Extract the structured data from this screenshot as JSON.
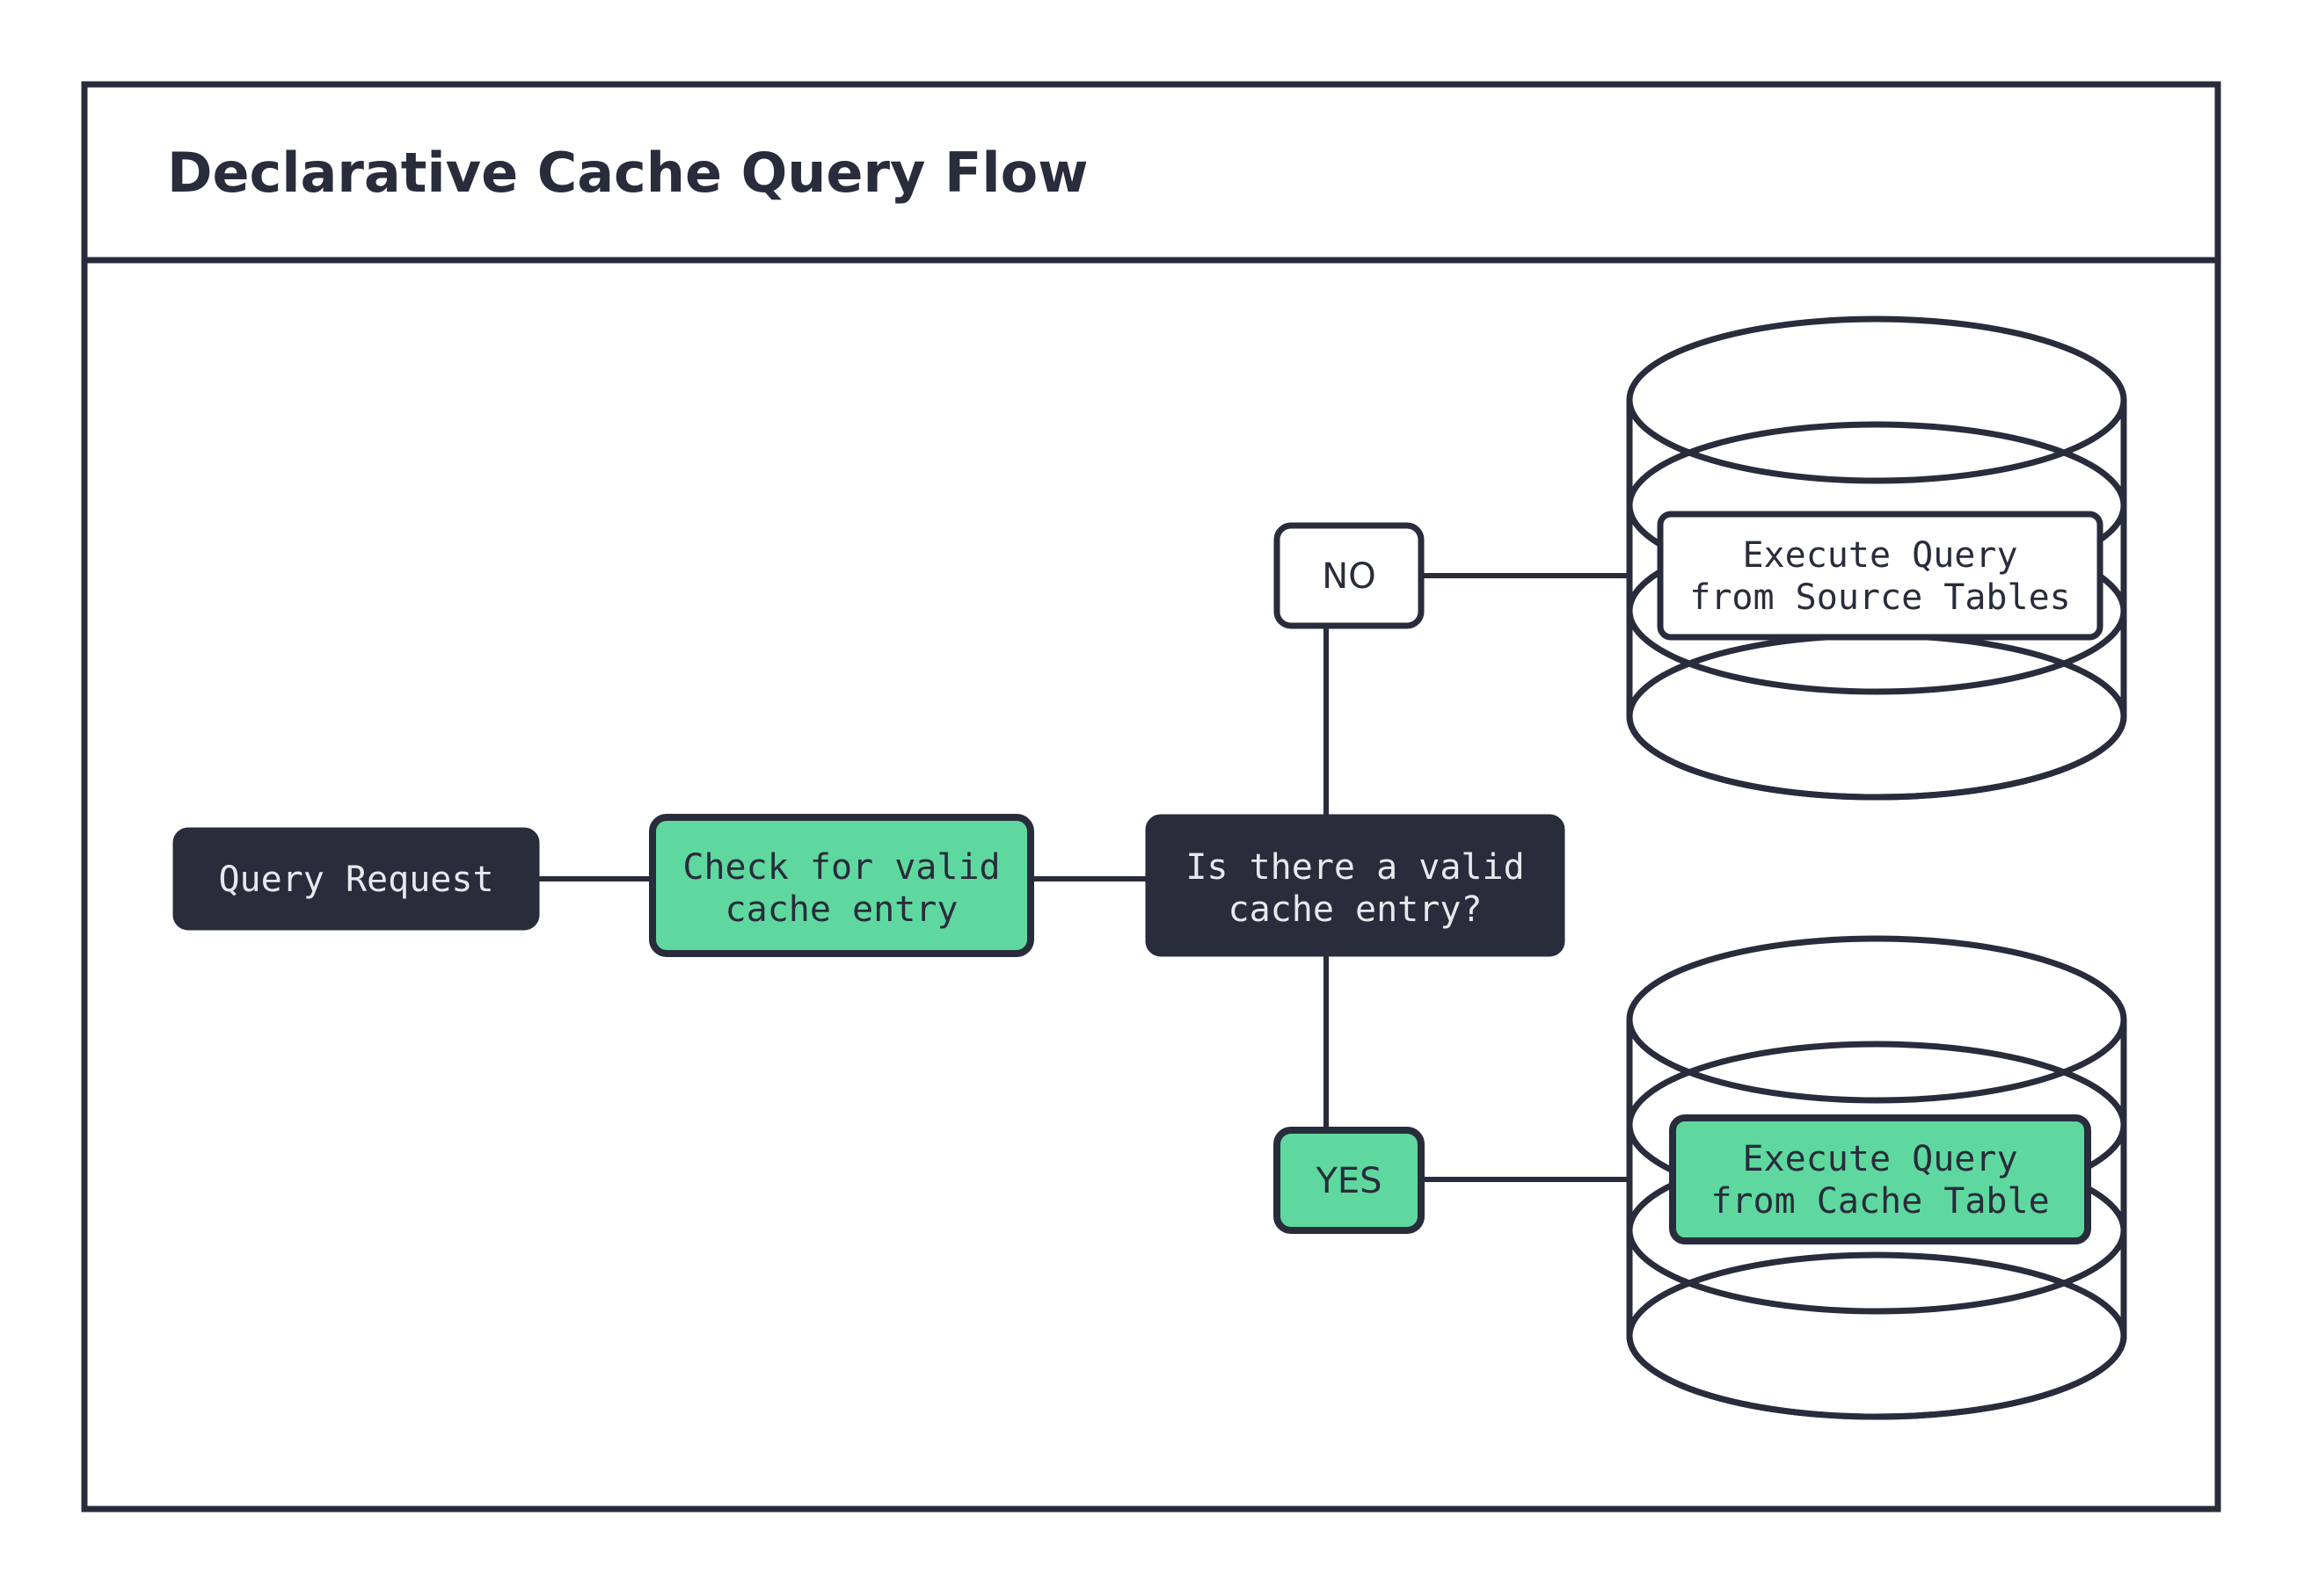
{
  "page": {
    "title": "Declarative Cache Query Flow",
    "background_color": "#ffffff",
    "border_color": "#282C3B"
  },
  "colors": {
    "dark": "#282C3B",
    "green": "#5FD8A0",
    "white": "#ffffff",
    "light_text": "#E8E9ED"
  },
  "diagram": {
    "type": "flowchart",
    "nodes": [
      {
        "id": "query-request",
        "label": "Query Request",
        "shape": "rounded-rect",
        "fill": "#282C3B",
        "text_color": "#E8E9ED"
      },
      {
        "id": "check-cache",
        "label_line1": "Check for valid",
        "label_line2": "cache entry",
        "shape": "rounded-rect",
        "fill": "#5FD8A0",
        "text_color": "#282C3B"
      },
      {
        "id": "decision",
        "label_line1": "Is there a valid",
        "label_line2": "cache entry?",
        "shape": "rounded-rect",
        "fill": "#282C3B",
        "text_color": "#E8E9ED"
      },
      {
        "id": "branch-no",
        "label": "NO",
        "shape": "rounded-rect",
        "fill": "#ffffff",
        "text_color": "#282C3B"
      },
      {
        "id": "branch-yes",
        "label": "YES",
        "shape": "rounded-rect",
        "fill": "#5FD8A0",
        "text_color": "#282C3B"
      },
      {
        "id": "source-tables-db",
        "shape": "database-cylinder",
        "fill": "#ffffff",
        "label_line1": "Execute Query",
        "label_line2": "from Source Tables",
        "label_fill": "#ffffff",
        "text_color": "#282C3B"
      },
      {
        "id": "cache-table-db",
        "shape": "database-cylinder",
        "fill": "#ffffff",
        "label_line1": "Execute Query",
        "label_line2": "from Cache Table",
        "label_fill": "#5FD8A0",
        "text_color": "#282C3B"
      }
    ],
    "edges": [
      {
        "from": "query-request",
        "to": "check-cache",
        "style": "solid"
      },
      {
        "from": "check-cache",
        "to": "decision",
        "style": "solid"
      },
      {
        "from": "decision",
        "to": "branch-no",
        "style": "solid"
      },
      {
        "from": "decision",
        "to": "branch-yes",
        "style": "solid"
      },
      {
        "from": "branch-no",
        "to": "source-tables-db",
        "style": "solid"
      },
      {
        "from": "branch-yes",
        "to": "cache-table-db",
        "style": "solid"
      }
    ]
  }
}
